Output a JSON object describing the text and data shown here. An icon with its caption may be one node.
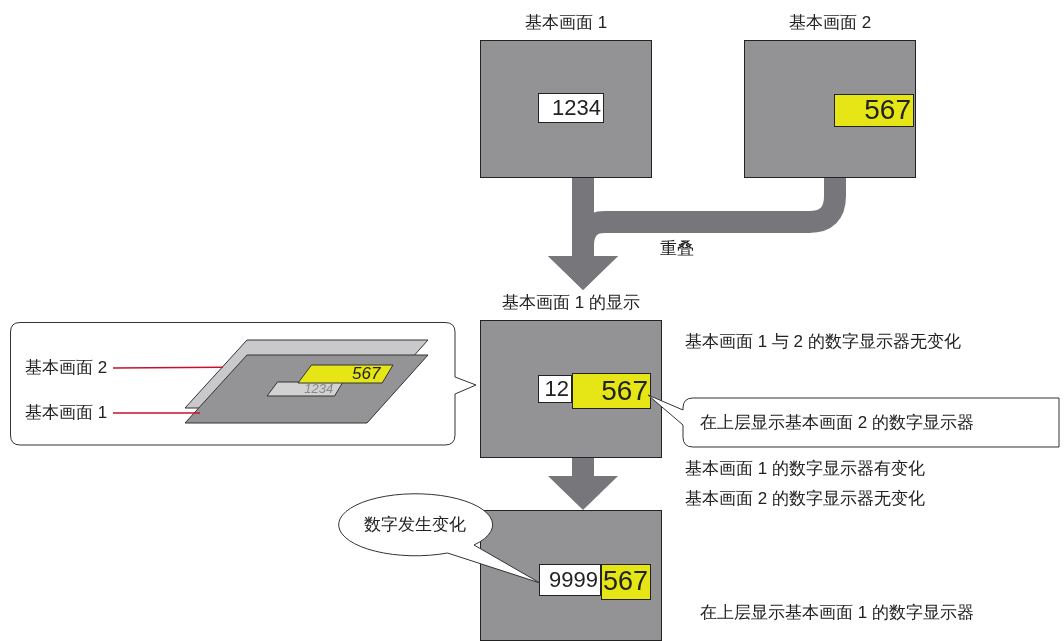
{
  "diagram": {
    "nodes": [
      {
        "text": [
          "基本画面 1"
        ]
      },
      {
        "text": [
          "1234"
        ],
        "in": 0
      },
      {
        "text": [
          "基本画面 2"
        ]
      },
      {
        "text": [
          "567"
        ],
        "in": 2
      },
      {
        "text": [
          "基本画面 1 的显示"
        ]
      },
      {
        "text": [
          "12"
        ],
        "in": 4
      },
      {
        "text": [
          "567"
        ],
        "in": 4
      },
      {
        "text": [],
        "shape": "box"
      },
      {
        "text": [
          "9999"
        ],
        "in": 7
      },
      {
        "text": [
          "567"
        ],
        "in": 7
      },
      {
        "text": [],
        "shape": "box"
      },
      {
        "text": [
          "基本画面 2"
        ],
        "in": 10
      },
      {
        "text": [
          "基本画面 1"
        ],
        "in": 10
      },
      {
        "text": [],
        "shape": "box",
        "in": 10
      },
      {
        "text": [],
        "shape": "box",
        "in": 10
      },
      {
        "text": [
          "567"
        ]
      },
      {
        "text": [
          "1234"
        ]
      },
      {
        "text": [
          "在上层显示基本画面 2 的数字显示器"
        ]
      },
      {
        "text": [
          "数字发生变化"
        ]
      }
    ],
    "edges": [
      {
        "from": 0,
        "to": 4,
        "arrow": "to"
      },
      {
        "from": 2,
        "to": 4,
        "arrow": "to",
        "label": "重叠"
      },
      {
        "from": 4,
        "to": 7,
        "arrow": "to"
      },
      {
        "from": 11,
        "to": 13,
        "arrow": "none",
        "color": "#c8102e"
      },
      {
        "from": 12,
        "to": 14,
        "arrow": "none",
        "color": "#c8102e"
      }
    ],
    "labels": [
      "基本画面 1 与 2 的数字显示器无变化",
      "基本画面 1 的数字显示器有变化",
      "基本画面 2 的数字显示器无变化",
      "在上层显示基本画面 1 的数字显示器"
    ]
  }
}
